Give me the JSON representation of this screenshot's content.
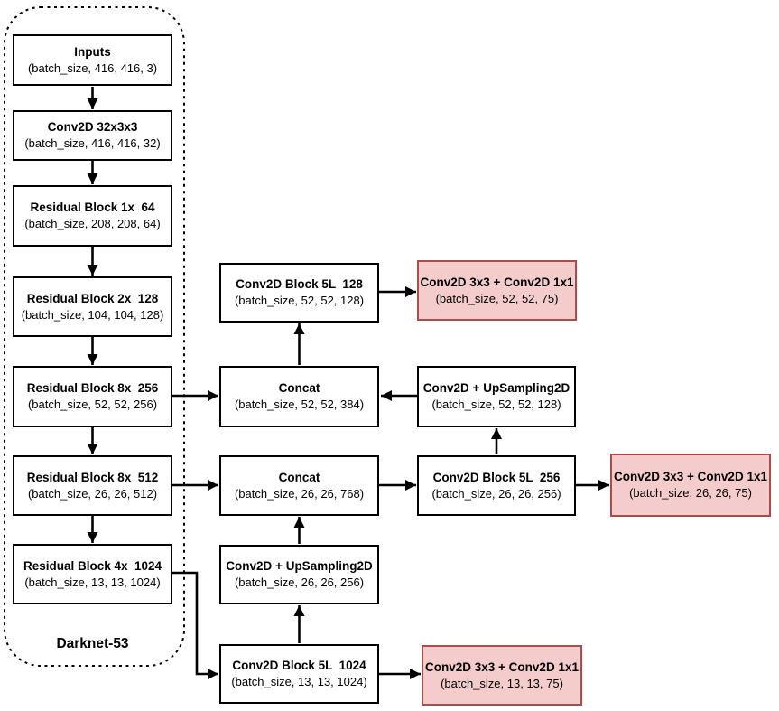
{
  "diagram": {
    "type": "neural-network-architecture-flowchart",
    "backbone": {
      "group_label": "Darknet-53",
      "nodes": [
        {
          "title": "Inputs",
          "shape": "(batch_size, 416, 416, 3)"
        },
        {
          "title": "Conv2D 32x3x3",
          "shape": "(batch_size, 416, 416, 32)"
        },
        {
          "title": "Residual Block 1x  64",
          "shape": "(batch_size, 208, 208, 64)"
        },
        {
          "title": "Residual Block 2x  128",
          "shape": "(batch_size, 104, 104, 128)"
        },
        {
          "title": "Residual Block 8x  256",
          "shape": "(batch_size, 52, 52, 256)"
        },
        {
          "title": "Residual Block 8x  512",
          "shape": "(batch_size, 26, 26, 512)"
        },
        {
          "title": "Residual Block 4x  1024",
          "shape": "(batch_size, 13, 13, 1024)"
        }
      ]
    },
    "neck": {
      "nodes": [
        {
          "title": "Conv2D Block 5L  128",
          "shape": "(batch_size, 52, 52, 128)"
        },
        {
          "title": "Concat",
          "shape": "(batch_size, 52, 52, 384)"
        },
        {
          "title": "Concat",
          "shape": "(batch_size, 26, 26, 768)"
        },
        {
          "title": "Conv2D + UpSampling2D",
          "shape": "(batch_size, 26, 26, 256)"
        },
        {
          "title": "Conv2D Block 5L  1024",
          "shape": "(batch_size, 13, 13, 1024)"
        },
        {
          "title": "Conv2D + UpSampling2D",
          "shape": "(batch_size, 52, 52, 128)"
        },
        {
          "title": "Conv2D Block 5L  256",
          "shape": "(batch_size, 26, 26, 256)"
        }
      ]
    },
    "heads": {
      "nodes": [
        {
          "title": "Conv2D 3x3 + Conv2D 1x1",
          "shape": "(batch_size, 52, 52, 75)"
        },
        {
          "title": "Conv2D 3x3 + Conv2D 1x1",
          "shape": "(batch_size, 26, 26, 75)"
        },
        {
          "title": "Conv2D 3x3 + Conv2D 1x1",
          "shape": "(batch_size, 13, 13, 75)"
        }
      ]
    },
    "colors": {
      "node_fill": "#ffffff",
      "node_border": "#000000",
      "head_fill": "#f4cccc",
      "head_border": "#a64d4d",
      "arrow": "#000000"
    }
  }
}
